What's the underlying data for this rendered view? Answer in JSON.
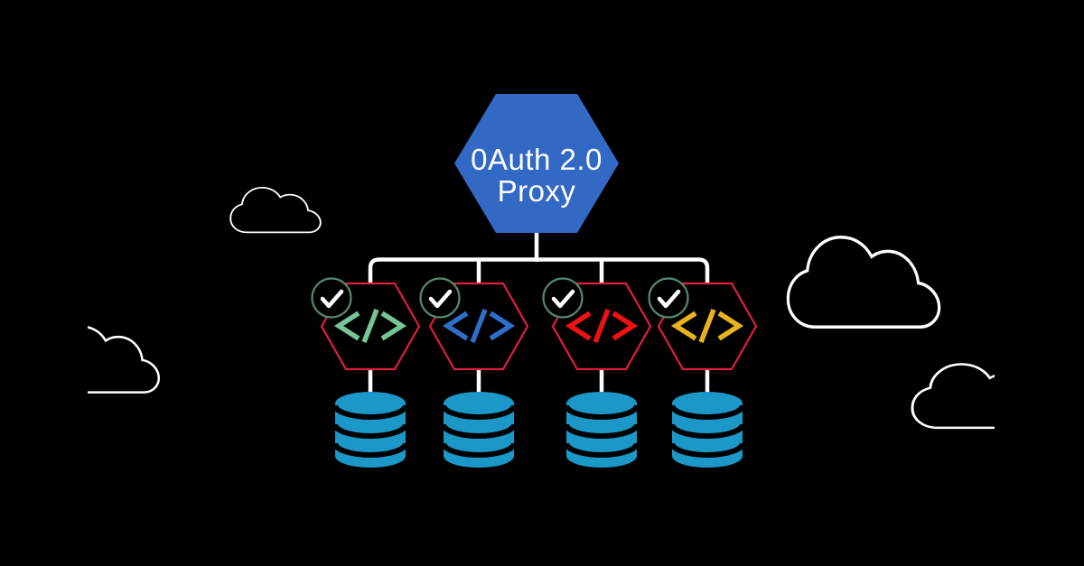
{
  "proxy": {
    "label_line1": "0Auth 2.0",
    "label_line2": "Proxy"
  },
  "services": [
    {
      "name": "service-green",
      "code_color": "#77c495",
      "status_icon": "check"
    },
    {
      "name": "service-blue",
      "code_color": "#2e6fc8",
      "status_icon": "check"
    },
    {
      "name": "service-red",
      "code_color": "#ee1212",
      "status_icon": "check"
    },
    {
      "name": "service-yellow",
      "code_color": "#eab21e",
      "status_icon": "check"
    }
  ],
  "icons": {
    "status": "check",
    "service": "code-brackets",
    "storage": "database-cylinder",
    "decoration": "cloud-outline"
  },
  "colors": {
    "background": "#000000",
    "proxy_fill": "#3269c4",
    "label_text": "#ffffff",
    "connector": "#ffffff",
    "service_outline": "#e01f3f",
    "check_circle": "#55896b",
    "check_mark": "#ffffff",
    "database": "#1b98c8",
    "cloud_outline": "#ffffff"
  }
}
